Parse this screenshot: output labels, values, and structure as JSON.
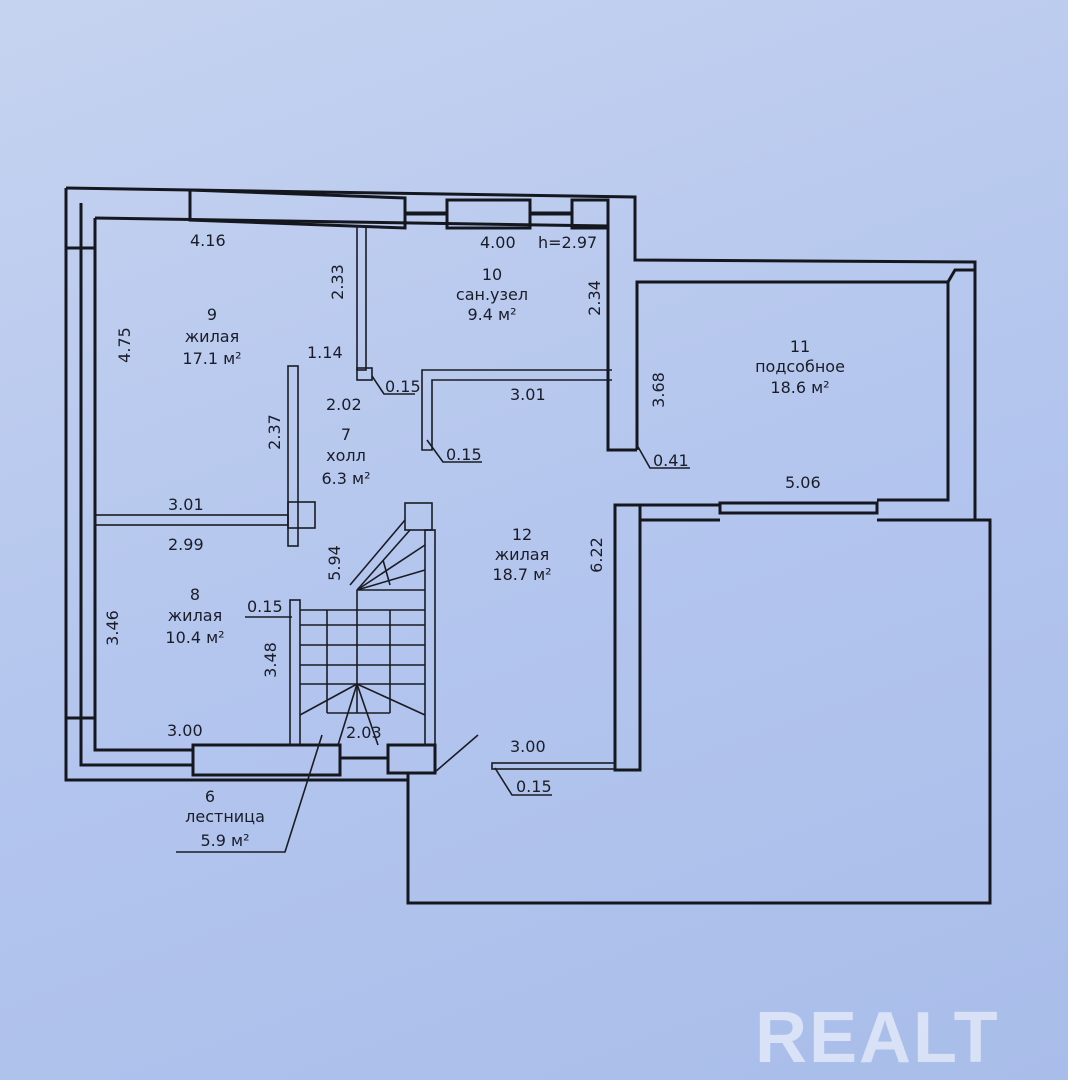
{
  "plan": {
    "ceiling_height": "h=2.97",
    "rooms": [
      {
        "number": "9",
        "type": "жилая",
        "area": "17.1 м²"
      },
      {
        "number": "10",
        "type": "сан.узел",
        "area": "9.4 м²"
      },
      {
        "number": "11",
        "type": "подсобное",
        "area": "18.6 м²"
      },
      {
        "number": "7",
        "type": "холл",
        "area": "6.3 м²"
      },
      {
        "number": "12",
        "type": "жилая",
        "area": "18.7 м²"
      },
      {
        "number": "8",
        "type": "жилая",
        "area": "10.4 м²"
      },
      {
        "number": "6",
        "type": "лестница",
        "area": "5.9 м²"
      }
    ],
    "dimensions": {
      "r9_top": "4.16",
      "r9_left": "4.75",
      "r9_bottom": "3.01",
      "r9_right": "2.37",
      "r10_top": "4.00",
      "r10_left": "2.33",
      "r10_right": "2.34",
      "r10_bottom": "3.01",
      "hall_1": "1.14",
      "hall_2": "2.02",
      "wall_a": "0.15",
      "wall_b": "0.15",
      "r11_left": "3.68",
      "r11_bottom": "5.06",
      "r11_wall": "0.41",
      "r8_top": "2.99",
      "r8_left": "3.46",
      "r8_bottom": "3.00",
      "r8_wall": "0.15",
      "stair_h": "3.48",
      "stair_w": "2.03",
      "stair_len": "5.94",
      "r12_right": "6.22",
      "r12_bottom": "3.00",
      "r12_wall": "0.15"
    }
  },
  "watermark": "REALT"
}
